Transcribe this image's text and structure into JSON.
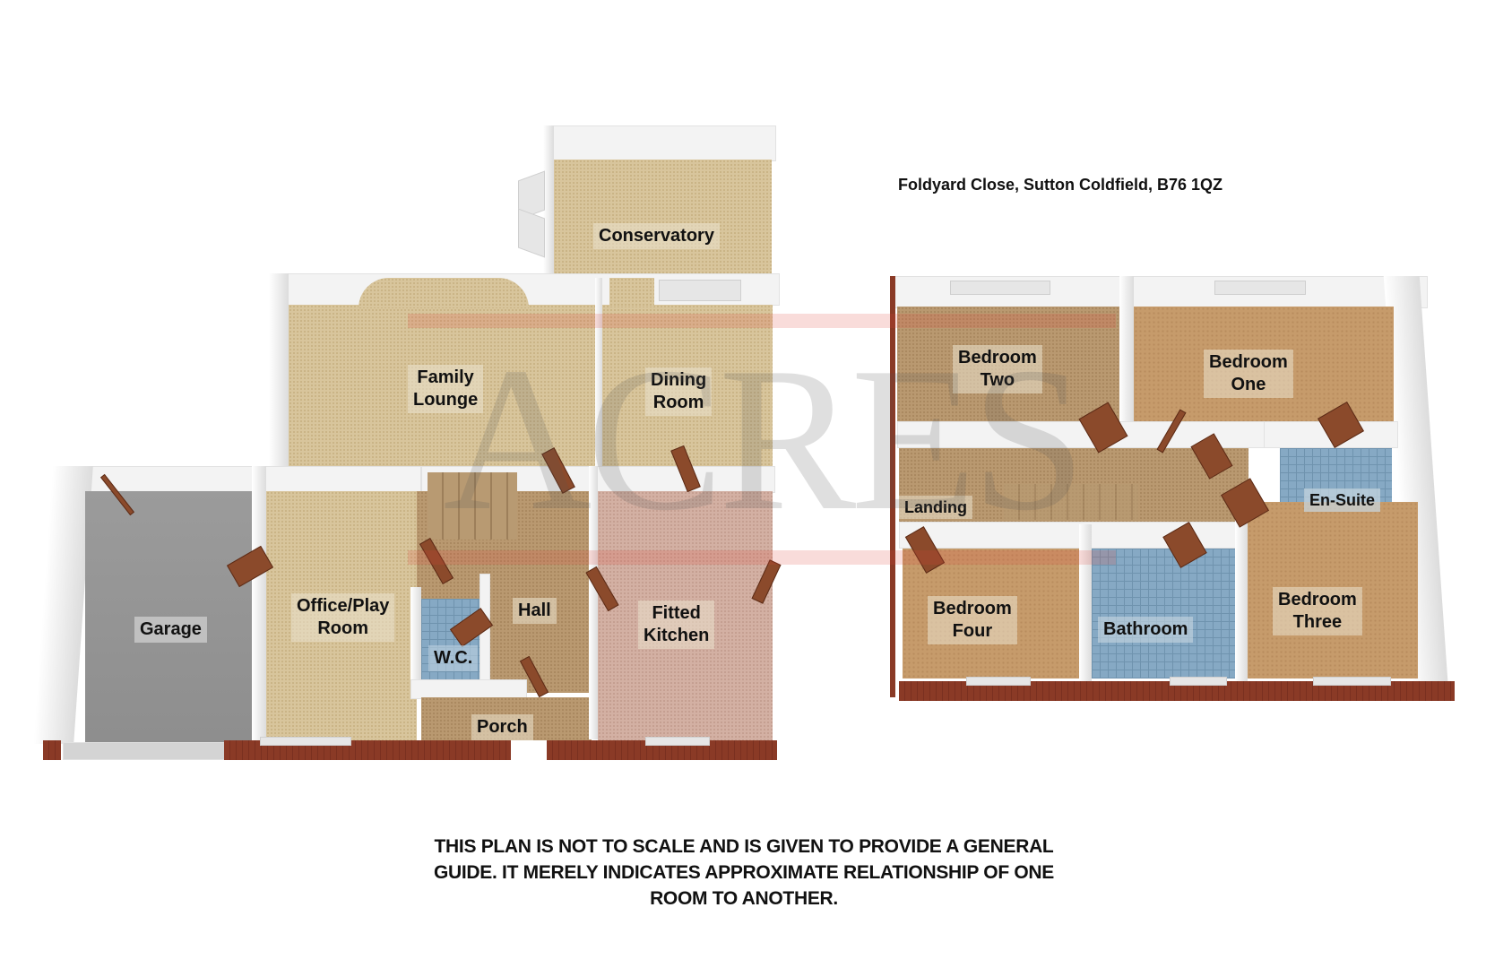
{
  "header": {
    "address": "Foldyard Close, Sutton Coldfield, B76 1QZ"
  },
  "watermark": {
    "text": "ACRES",
    "color": "#e0443a"
  },
  "ground_floor": {
    "rooms": [
      {
        "id": "conservatory",
        "label": "Conservatory",
        "floor": "beige carpet"
      },
      {
        "id": "family-lounge",
        "label": "Family\nLounge",
        "lines": [
          "Family",
          "Lounge"
        ],
        "floor": "beige carpet"
      },
      {
        "id": "dining-room",
        "label": "Dining\nRoom",
        "lines": [
          "Dining",
          "Room"
        ],
        "floor": "beige carpet"
      },
      {
        "id": "garage",
        "label": "Garage",
        "floor": "concrete"
      },
      {
        "id": "office-play-room",
        "label": "Office/Play\nRoom",
        "lines": [
          "Office/Play",
          "Room"
        ],
        "floor": "beige carpet"
      },
      {
        "id": "wc",
        "label": "W.C.",
        "floor": "blue tiles"
      },
      {
        "id": "hall",
        "label": "Hall",
        "floor": "brown carpet"
      },
      {
        "id": "fitted-kitchen",
        "label": "Fitted\nKitchen",
        "lines": [
          "Fitted",
          "Kitchen"
        ],
        "floor": "pink carpet"
      },
      {
        "id": "porch",
        "label": "Porch",
        "floor": "brown carpet"
      }
    ]
  },
  "first_floor": {
    "rooms": [
      {
        "id": "bedroom-two",
        "label": "Bedroom\nTwo",
        "lines": [
          "Bedroom",
          "Two"
        ],
        "floor": "tan carpet"
      },
      {
        "id": "bedroom-one",
        "label": "Bedroom\nOne",
        "lines": [
          "Bedroom",
          "One"
        ],
        "floor": "tan carpet"
      },
      {
        "id": "landing",
        "label": "Landing",
        "floor": "brown carpet"
      },
      {
        "id": "en-suite",
        "label": "En-Suite",
        "floor": "blue tiles"
      },
      {
        "id": "bedroom-four",
        "label": "Bedroom\nFour",
        "lines": [
          "Bedroom",
          "Four"
        ],
        "floor": "tan carpet"
      },
      {
        "id": "bathroom",
        "label": "Bathroom",
        "floor": "blue tiles"
      },
      {
        "id": "bedroom-three",
        "label": "Bedroom\nThree",
        "lines": [
          "Bedroom",
          "Three"
        ],
        "floor": "tan carpet"
      }
    ]
  },
  "footer": {
    "disclaimer_lines": [
      "THIS PLAN IS NOT TO SCALE AND IS GIVEN TO PROVIDE A GENERAL",
      "GUIDE. IT MERELY INDICATES APPROXIMATE RELATIONSHIP OF ONE",
      "ROOM TO ANOTHER."
    ]
  }
}
